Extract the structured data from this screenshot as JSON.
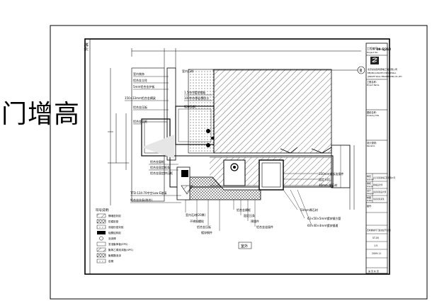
{
  "page": {
    "title": "门增高"
  },
  "drawing": {
    "view_label": "室外",
    "labels_left": [
      "室内装饰",
      "铝合金立柱",
      "5mm铝合金护板",
      "150×33mm铝合金横梁",
      "铝合金压板",
      "铝合金竖框",
      "铝合金窗框",
      "铝合金固定框条",
      "铝合金固定挤压框",
      "TTD-134-70中空Low-E玻璃",
      "铝合金扶条(附件)"
    ],
    "labels_top": [
      "室内石材",
      "1.5mm镀锌钢板",
      "100mm厚岩棉防火",
      "镀锌角钢"
    ],
    "labels_right": [
      "100mm钢板连接件",
      "固定卡扣",
      "40mm 厚石材"
    ],
    "labels_bottom_left": [
      "室内石材(20厚)",
      "不锈钢螺栓",
      "铝合金压板",
      "镀锌钢件"
    ],
    "labels_bottom_mid": [
      "铝合金横框",
      "固定压条",
      "预埋件",
      "铝合金连接件"
    ],
    "labels_bottom_right": [
      "50mm厚石材",
      "63×50×5mm镀锌钢方管",
      "60×40×4mm镀锌钢通"
    ],
    "grid_marker": "8",
    "vertical_text": "外装"
  },
  "legend": {
    "title": "符号说明:",
    "items": [
      "隔墙密封胶",
      "防腐胶垫",
      "双组份密封胶",
      "硅酮结构胶",
      "泡沫棒",
      "发泡聚苯板(EPS)",
      "聚苯乙烯泡沫板(XPS)",
      "聚氨酯泡沫",
      "岩棉"
    ]
  },
  "title_block": {
    "project_no_label": "工程编号:",
    "project_no_label_en": "Project No.",
    "project_no": "09-SJ218",
    "company_cn": "北京某某建筑幕墙工程有限公司",
    "company_sub": "BEIJING JIANGHE CURTAINWALL",
    "company_en": "JIANGHE WALL ENGINEERING CO.,LTD",
    "project_name_label": "工程名称:",
    "project_name_label_en": "Project Name",
    "drawing_label": "图纸名称:",
    "drawing_label_en": "Drawing Title",
    "design_label": "设计说明:",
    "design_label_en": "Remarks",
    "approver_label": "审定",
    "approver_en": "Approver",
    "checker_label": "审核",
    "checker_en": "Checker",
    "designer_label": "设计",
    "designer_en": "Designer",
    "drafter_label": "制图",
    "drafter_en": "Drafter",
    "approver_name": "北京某某幕墙工程有限公司",
    "checker_name": "幕墙设计部",
    "designer_name": "某某某某设计部",
    "drafter_name": "某某某某某某",
    "revision_label": "图号:",
    "drawing_title_value": "石材幕墙与门窗交接节点图",
    "drawing_no": "ST-05",
    "scale_value": "1:5",
    "date_value": "2009.11",
    "sheet_bottom": "第 页 共 页"
  }
}
